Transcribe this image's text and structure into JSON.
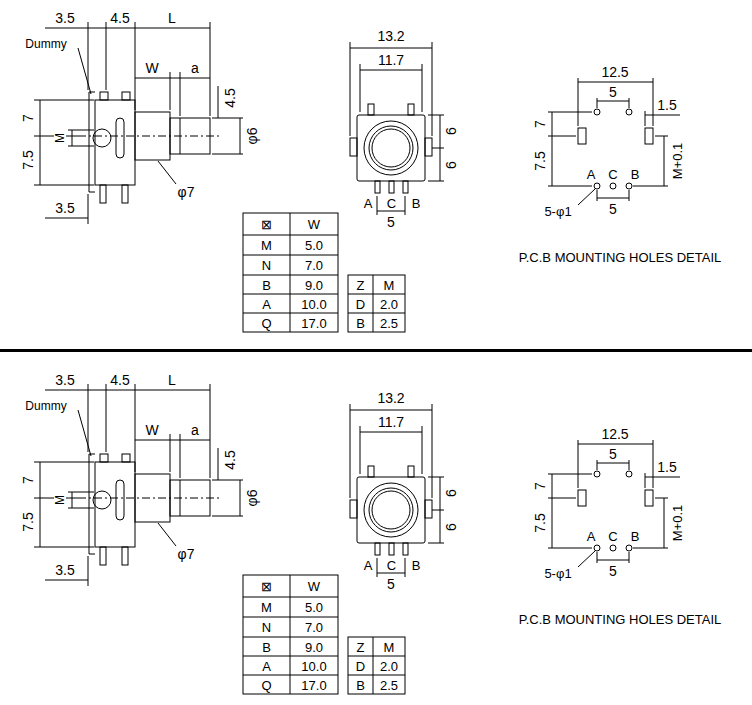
{
  "diagram": {
    "labels": [
      "3.5",
      "4.5",
      "L",
      "Dummy",
      "W",
      "a",
      "4.5",
      "φ6",
      "7",
      "M",
      "7.5",
      "φ7",
      "3.5",
      "13.2",
      "11.7",
      "6",
      "6",
      "A",
      "C",
      "B",
      "5",
      "12.5",
      "5",
      "1.5",
      "7",
      "7.5",
      "A",
      "C",
      "B",
      "5-φ1",
      "5",
      "M+0.1",
      "P.C.B MOUNTING HOLES DETAIL",
      "⊠",
      "W",
      "M",
      "5.0",
      "N",
      "7.0",
      "B",
      "9.0",
      "A",
      "10.0",
      "Q",
      "17.0",
      "Z",
      "M",
      "D",
      "2.0",
      "B",
      "2.5",
      "3.5",
      "4.5",
      "L",
      "Dummy",
      "W",
      "a",
      "4.5",
      "φ6",
      "7",
      "M",
      "7.5",
      "φ7",
      "3.5",
      "13.2",
      "11.7",
      "6",
      "6",
      "A",
      "C",
      "B",
      "5",
      "12.5",
      "5",
      "1.5",
      "7",
      "7.5",
      "A",
      "C",
      "B",
      "5-φ1",
      "5",
      "M+0.1",
      "P.C.B MOUNTING HOLES DETAIL",
      "⊠",
      "W",
      "M",
      "5.0",
      "N",
      "7.0",
      "B",
      "9.0",
      "A",
      "10.0",
      "Q",
      "17.0",
      "Z",
      "M",
      "D",
      "2.0",
      "B",
      "2.5"
    ]
  }
}
